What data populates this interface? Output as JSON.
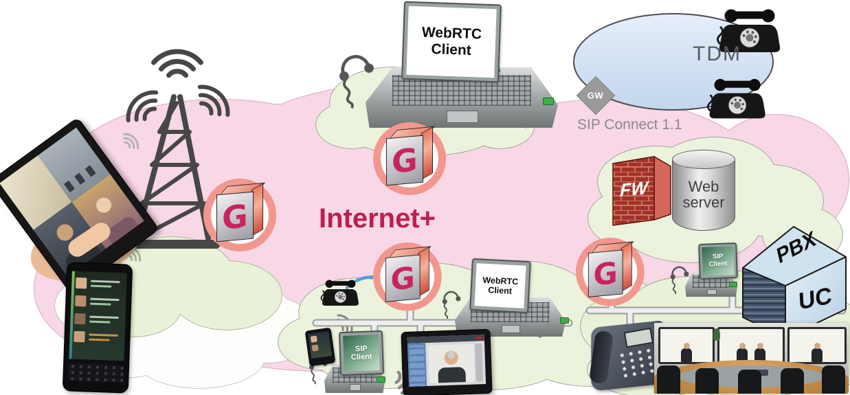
{
  "labels": {
    "internet": "Internet+",
    "tdm": "TDM",
    "gateway": "GW",
    "sip_connect": "SIP Connect 1.1",
    "firewall": "FW",
    "web_server_line1": "Web",
    "web_server_line2": "server",
    "pbx_top": "PBX",
    "pbx_side": "UC",
    "g_logo": "G"
  },
  "clients": {
    "webrtc_top": {
      "line1": "WebRTC",
      "line2": "Client"
    },
    "webrtc_lan": {
      "line1": "WebRTC",
      "line2": "Client"
    },
    "sip_lan": {
      "line1": "SIP",
      "line2": "Client"
    },
    "sip_enterprise": {
      "line1": "SIP",
      "line2": "Client"
    }
  },
  "colors": {
    "internet_text": "#c01d4e",
    "internet_cloud": "#f8d7e6",
    "lan_cloud": "#ebf3dc",
    "tdm_fill": "#cfdef2",
    "g_ring": "#f2978e",
    "g_glyph": "#c9245f"
  }
}
